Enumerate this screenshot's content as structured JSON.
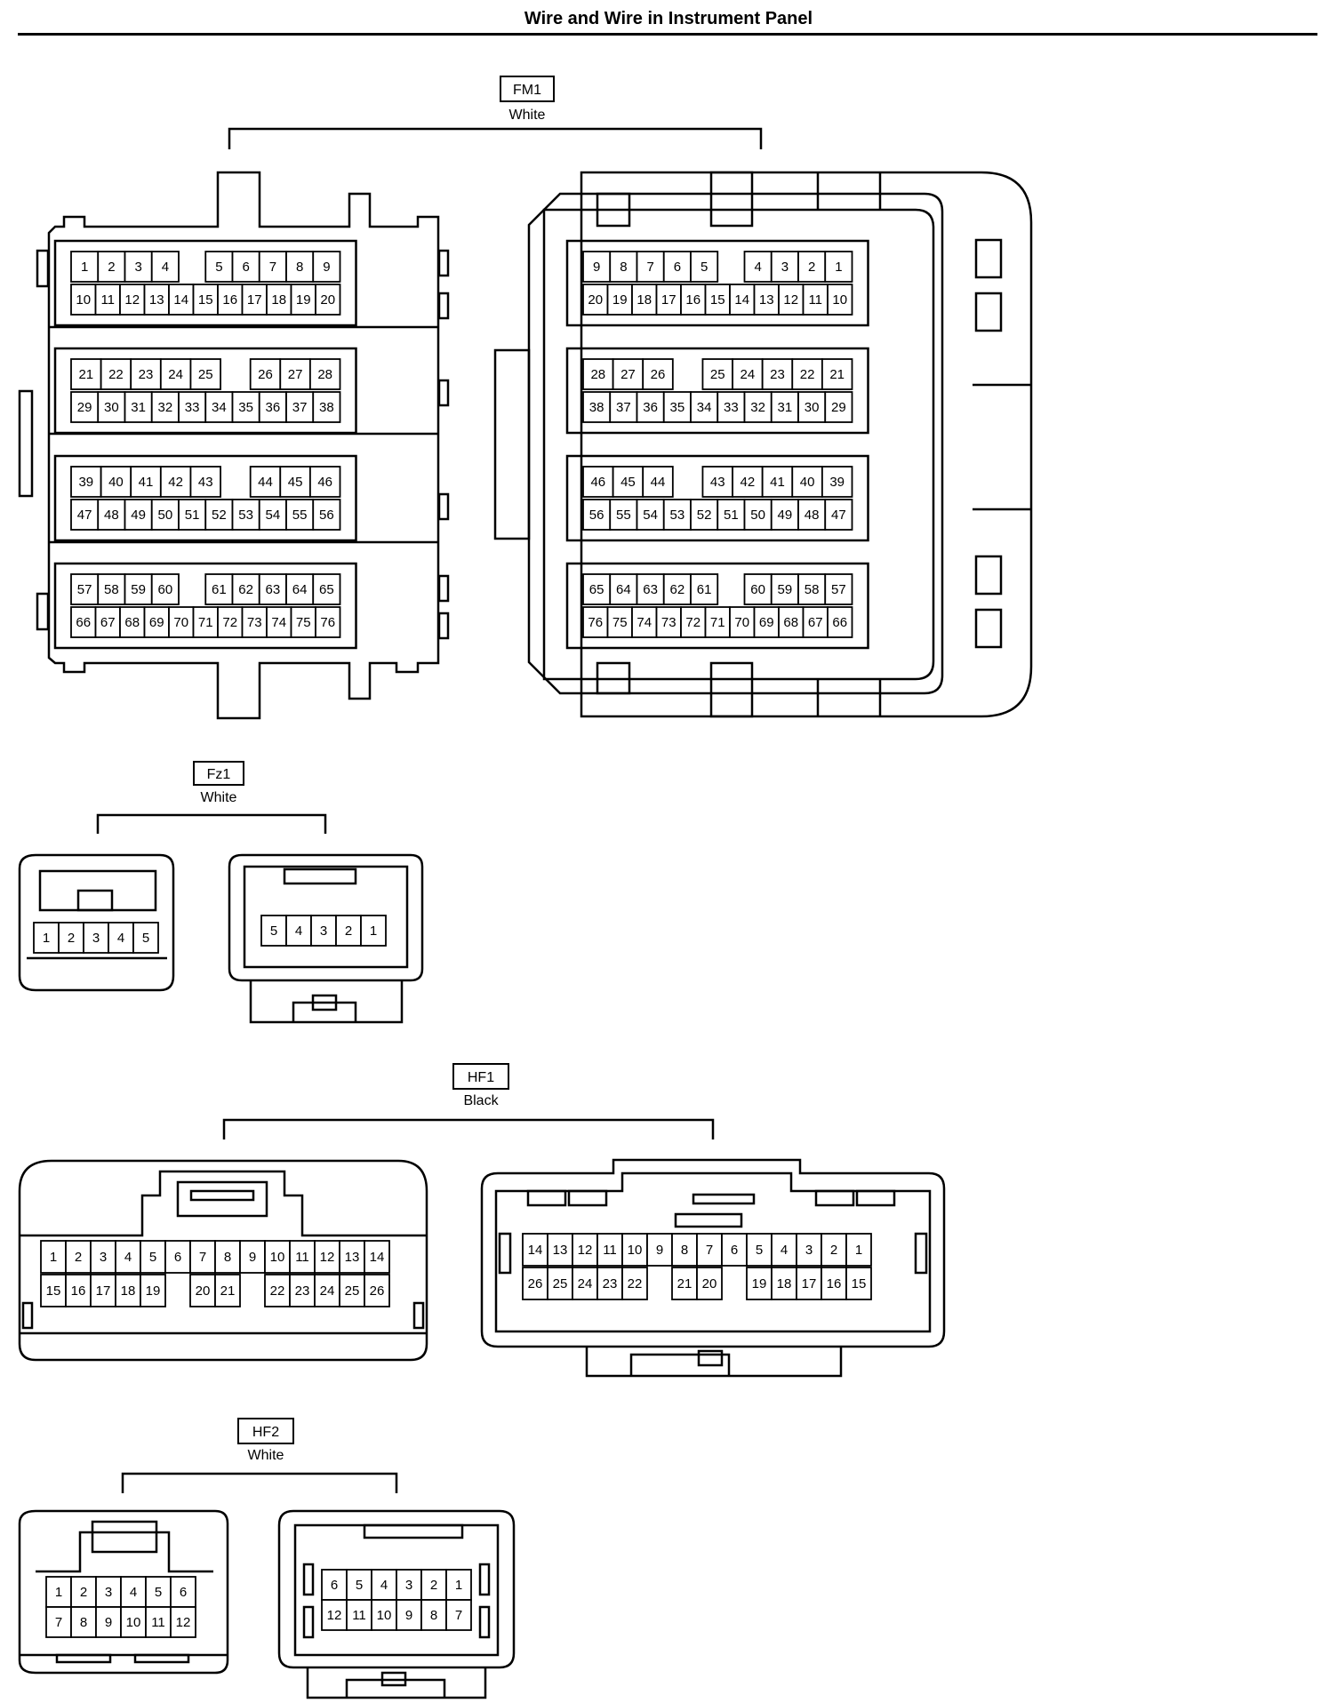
{
  "title": "Wire and Wire in Instrument Panel",
  "connectors": [
    {
      "id": "FM1",
      "color": "White",
      "left_rows": [
        [
          "1",
          "2",
          "3",
          "4",
          "",
          "5",
          "6",
          "7",
          "8",
          "9"
        ],
        [
          "10",
          "11",
          "12",
          "13",
          "14",
          "15",
          "16",
          "17",
          "18",
          "19",
          "20"
        ],
        [
          "21",
          "22",
          "23",
          "24",
          "25",
          "",
          "26",
          "27",
          "28"
        ],
        [
          "29",
          "30",
          "31",
          "32",
          "33",
          "34",
          "35",
          "36",
          "37",
          "38"
        ],
        [
          "39",
          "40",
          "41",
          "42",
          "43",
          "",
          "44",
          "45",
          "46"
        ],
        [
          "47",
          "48",
          "49",
          "50",
          "51",
          "52",
          "53",
          "54",
          "55",
          "56"
        ],
        [
          "57",
          "58",
          "59",
          "60",
          "",
          "61",
          "62",
          "63",
          "64",
          "65"
        ],
        [
          "66",
          "67",
          "68",
          "69",
          "70",
          "71",
          "72",
          "73",
          "74",
          "75",
          "76"
        ]
      ],
      "right_rows": [
        [
          "9",
          "8",
          "7",
          "6",
          "5",
          "",
          "4",
          "3",
          "2",
          "1"
        ],
        [
          "20",
          "19",
          "18",
          "17",
          "16",
          "15",
          "14",
          "13",
          "12",
          "11",
          "10"
        ],
        [
          "28",
          "27",
          "26",
          "",
          "25",
          "24",
          "23",
          "22",
          "21"
        ],
        [
          "38",
          "37",
          "36",
          "35",
          "34",
          "33",
          "32",
          "31",
          "30",
          "29"
        ],
        [
          "46",
          "45",
          "44",
          "",
          "43",
          "42",
          "41",
          "40",
          "39"
        ],
        [
          "56",
          "55",
          "54",
          "53",
          "52",
          "51",
          "50",
          "49",
          "48",
          "47"
        ],
        [
          "65",
          "64",
          "63",
          "62",
          "61",
          "",
          "60",
          "59",
          "58",
          "57"
        ],
        [
          "76",
          "75",
          "74",
          "73",
          "72",
          "71",
          "70",
          "69",
          "68",
          "67",
          "66"
        ]
      ]
    },
    {
      "id": "Fz1",
      "color": "White",
      "left_rows": [
        [
          "1",
          "2",
          "3",
          "4",
          "5"
        ]
      ],
      "right_rows": [
        [
          "5",
          "4",
          "3",
          "2",
          "1"
        ]
      ]
    },
    {
      "id": "HF1",
      "color": "Black",
      "left_rows": [
        [
          "1",
          "2",
          "3",
          "4",
          "5",
          "6",
          "7",
          "8",
          "9",
          "10",
          "11",
          "12",
          "13",
          "14"
        ],
        [
          "15",
          "16",
          "17",
          "18",
          "19",
          "",
          "20",
          "21",
          "",
          "22",
          "23",
          "24",
          "25",
          "26"
        ]
      ],
      "right_rows": [
        [
          "14",
          "13",
          "12",
          "11",
          "10",
          "9",
          "8",
          "7",
          "6",
          "5",
          "4",
          "3",
          "2",
          "1"
        ],
        [
          "26",
          "25",
          "24",
          "23",
          "22",
          "",
          "21",
          "20",
          "",
          "19",
          "18",
          "17",
          "16",
          "15"
        ]
      ]
    },
    {
      "id": "HF2",
      "color": "White",
      "left_rows": [
        [
          "1",
          "2",
          "3",
          "4",
          "5",
          "6"
        ],
        [
          "7",
          "8",
          "9",
          "10",
          "11",
          "12"
        ]
      ],
      "right_rows": [
        [
          "6",
          "5",
          "4",
          "3",
          "2",
          "1"
        ],
        [
          "12",
          "11",
          "10",
          "9",
          "8",
          "7"
        ]
      ]
    }
  ]
}
